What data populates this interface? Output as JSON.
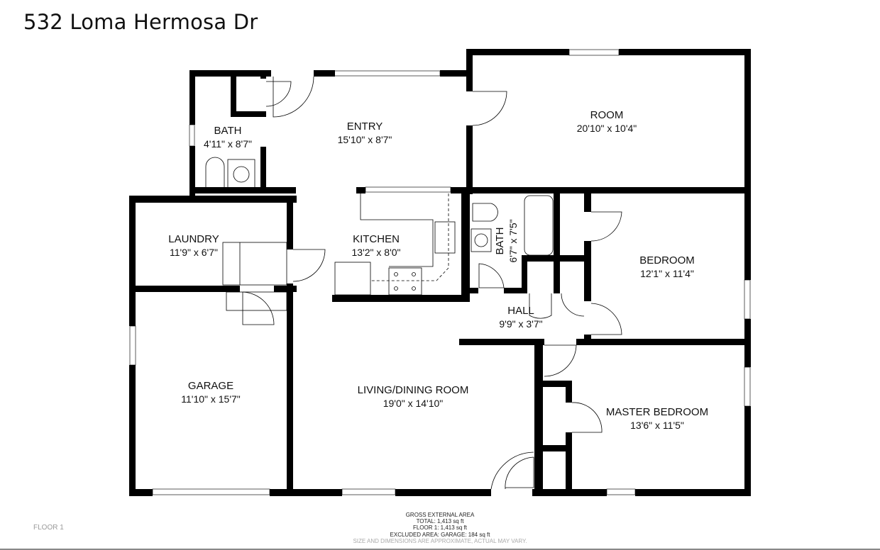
{
  "header": {
    "title": "532 Loma Hermosa Dr"
  },
  "floor_label": "FLOOR 1",
  "area_summary": {
    "heading": "GROSS EXTERNAL AREA",
    "total": "TOTAL: 1,413 sq ft",
    "floor1": "FLOOR 1: 1,413 sq ft",
    "excluded": "EXCLUDED AREA: GARAGE: 184 sq ft",
    "disclaimer": "SIZE AND DIMENSIONS ARE APPROXIMATE, ACTUAL MAY VARY."
  },
  "rooms": {
    "bath1": {
      "name": "BATH",
      "dims": "4'11\" x 8'7\""
    },
    "entry": {
      "name": "ENTRY",
      "dims": "15'10\" x 8'7\""
    },
    "room": {
      "name": "ROOM",
      "dims": "20'10\" x 10'4\""
    },
    "laundry": {
      "name": "LAUNDRY",
      "dims": "11'9\" x 6'7\""
    },
    "kitchen": {
      "name": "KITCHEN",
      "dims": "13'2\" x 8'0\""
    },
    "bath2": {
      "name": "BATH",
      "dims": "6'7\" x 7'5\""
    },
    "bedroom": {
      "name": "BEDROOM",
      "dims": "12'1\" x 11'4\""
    },
    "hall": {
      "name": "HALL",
      "dims": "9'9\" x 3'7\""
    },
    "garage": {
      "name": "GARAGE",
      "dims": "11'10\" x 15'7\""
    },
    "living": {
      "name": "LIVING/DINING ROOM",
      "dims": "19'0\" x 14'10\""
    },
    "master": {
      "name": "MASTER BEDROOM",
      "dims": "13'6\" x 11'5\""
    }
  }
}
